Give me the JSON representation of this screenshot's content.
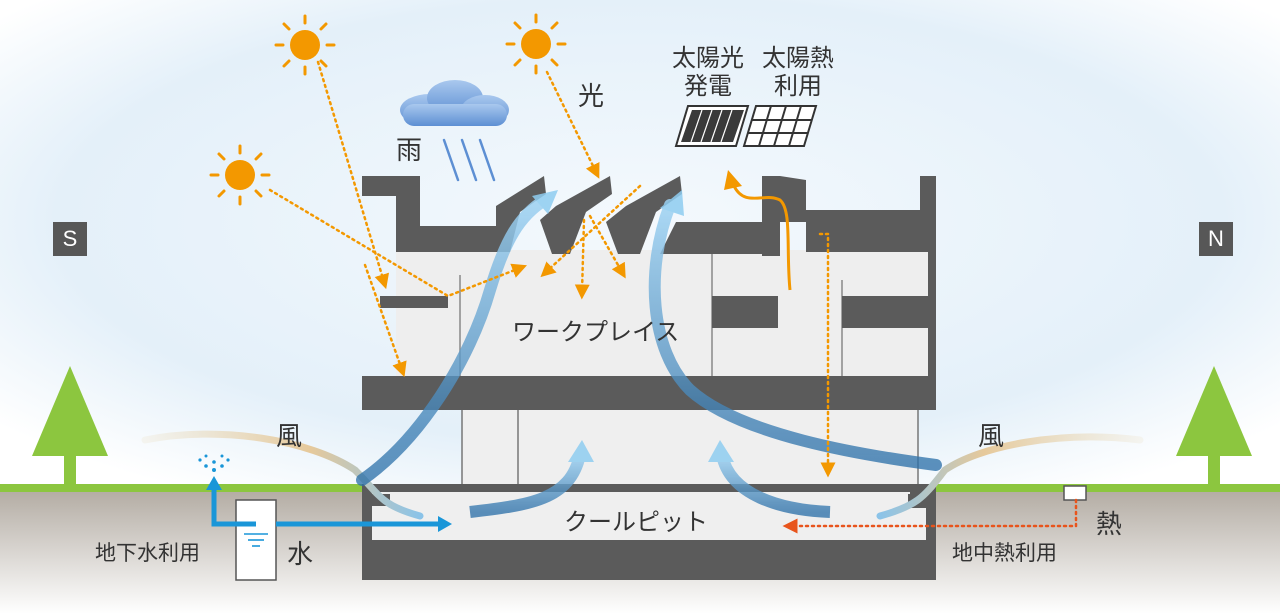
{
  "labels": {
    "south": "S",
    "north": "N",
    "rain": "雨",
    "light": "光",
    "solar_pv_line1": "太陽光",
    "solar_pv_line2": "発電",
    "solar_thermal_line1": "太陽熱",
    "solar_thermal_line2": "利用",
    "workplace": "ワークプレイス",
    "wind_left": "風",
    "wind_right": "風",
    "cool_pit": "クールピット",
    "groundwater_use": "地下水利用",
    "water": "水",
    "heat": "熱",
    "geothermal_use": "地中熱利用"
  },
  "colors": {
    "sky": "#eaf3fa",
    "ground": "#aca59c",
    "grass": "#8cc63f",
    "tree": "#8cc63f",
    "building": "#5b5b5b",
    "interior": "#eeeeee",
    "sun": "#f39800",
    "sun_ray": "#f39800",
    "light_arrow": "#f39800",
    "wind_arrow": "#6ab7e4",
    "water": "#1a96d8",
    "heat_arrow": "#e8541c",
    "cloud": "#8fb8e6"
  },
  "icons": [
    "sun-icon",
    "cloud-icon",
    "rain-icon",
    "solar-pv-panel-icon",
    "solar-thermal-panel-icon",
    "tree-icon",
    "well-icon",
    "sprinkler-icon"
  ]
}
